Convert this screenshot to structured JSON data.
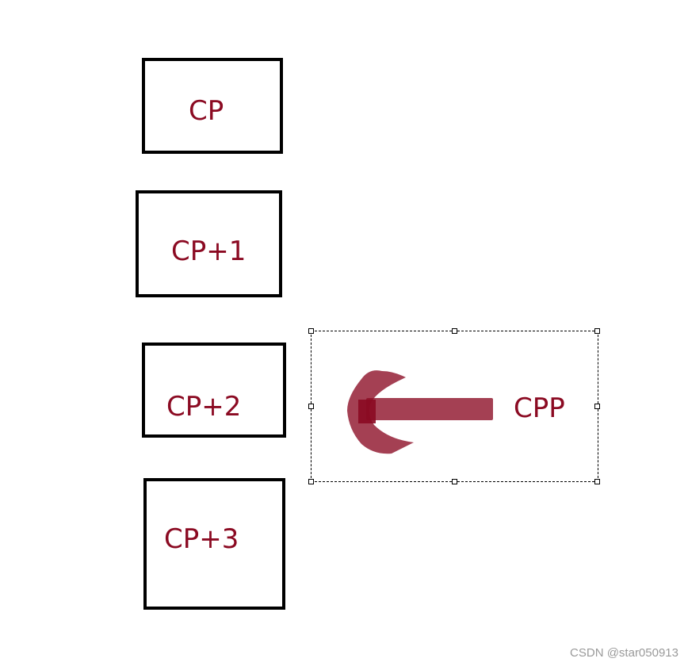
{
  "boxes": [
    {
      "label": "CP"
    },
    {
      "label": "CP+1"
    },
    {
      "label": "CP+2"
    },
    {
      "label": "CP+3"
    }
  ],
  "pointer": {
    "label": "CPP",
    "arrow_icon": "left-arrow-icon",
    "color": "#8b0a22"
  },
  "watermark": "CSDN @star050913"
}
